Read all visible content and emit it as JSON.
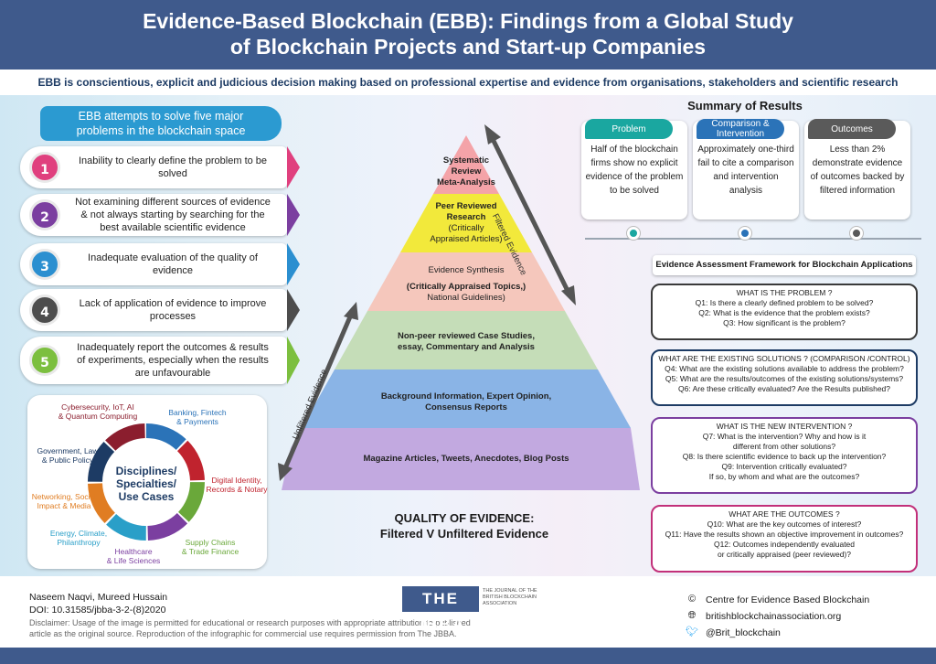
{
  "header": {
    "title_line1": "Evidence-Based Blockchain (EBB): Findings from a Global Study",
    "title_line2": "of Blockchain Projects and Start-up Companies",
    "subtitle": "EBB is conscientious, explicit and judicious decision making based on professional expertise and evidence from organisations, stakeholders and scientific research"
  },
  "problems": {
    "heading_line1": "EBB attempts to solve five major",
    "heading_line2": "problems in the blockchain space",
    "items": [
      {
        "num": "1",
        "text": "Inability to clearly define the problem to be solved",
        "color": "#e0407e"
      },
      {
        "num": "2",
        "text": "Not examining different sources of evidence & not always starting by searching for the best available scientific evidence",
        "color": "#7b3fa0"
      },
      {
        "num": "3",
        "text": "Inadequate evaluation of the quality of evidence",
        "color": "#2b8fd0"
      },
      {
        "num": "4",
        "text": "Lack of application of evidence to improve processes",
        "color": "#4d4d4d"
      },
      {
        "num": "5",
        "text": "Inadequately report the outcomes & results of experiments, especially when the results are unfavourable",
        "color": "#7cbf3f"
      }
    ]
  },
  "wheel": {
    "center_line1": "Disciplines/",
    "center_line2": "Specialties/",
    "center_line3": "Use Cases",
    "labels": [
      {
        "line1": "Cybersecurity, IoT, AI",
        "line2": "& Quantum Computing",
        "color": "#8b1e2e"
      },
      {
        "line1": "Banking, Fintech",
        "line2": "& Payments",
        "color": "#2b73b8"
      },
      {
        "line1": "Digital Identity,",
        "line2": "Records & Notary",
        "color": "#c0232e"
      },
      {
        "line1": "Supply Chains",
        "line2": "& Trade Finance",
        "color": "#6aa83a"
      },
      {
        "line1": "Healthcare",
        "line2": "& Life Sciences",
        "color": "#7b3fa0"
      },
      {
        "line1": "Energy, Climate,",
        "line2": "Philanthropy",
        "color": "#2a9fc8"
      },
      {
        "line1": "Networking, Social",
        "line2": "Impact & Media",
        "color": "#e07d22"
      },
      {
        "line1": "Government, Law",
        "line2": "& Public Policy",
        "color": "#1d3b64"
      }
    ]
  },
  "pyramid": {
    "tier1": {
      "line1": "Systematic",
      "line2": "Review",
      "line3": "Meta-Analysis"
    },
    "tier2": {
      "line1": "Peer Reviewed",
      "line2": "Research",
      "line3": "(Critically",
      "line4": "Appraised Articles)"
    },
    "tier3": {
      "line1": "Evidence Synthesis",
      "line2": "(Critically Appraised Topics,)",
      "line3": "National Guidelines)"
    },
    "tier4": {
      "line1": "Non-peer reviewed Case Studies,",
      "line2": "essay, Commentary and Analysis"
    },
    "tier5": {
      "line1": "Background Information, Expert Opinion,",
      "line2": "Consensus Reports"
    },
    "tier6": {
      "line1": "Magazine Articles, Tweets, Anecdotes, Blog Posts"
    },
    "filtered_label": "Filtered Evidence",
    "unfiltered_label": "Unfiltered Evidence",
    "quality_line1": "QUALITY OF EVIDENCE:",
    "quality_line2": "Filtered V Unfiltered Evidence",
    "colors": [
      "#f4a3a8",
      "#f2e93b",
      "#f5c7bc",
      "#c5ddb8",
      "#8ab4e6",
      "#c2a9e0"
    ]
  },
  "summary": {
    "title": "Summary of Results",
    "cards": [
      {
        "tab": "Problem",
        "text": "Half of the blockchain firms show no explicit evidence of the problem to be solved",
        "color": "#1aa7a0"
      },
      {
        "tab": "Comparison & Intervention",
        "text": "Approximately one-third fail to cite a comparison and intervention analysis",
        "color": "#2b73b8"
      },
      {
        "tab": "Outcomes",
        "text": "Less than 2% demonstrate evidence of outcomes backed by filtered information",
        "color": "#5a5a5a"
      }
    ]
  },
  "framework": {
    "title": "Evidence Assessment Framework for Blockchain Applications",
    "boxes": [
      {
        "heading": "WHAT IS THE PROBLEM ?",
        "lines": [
          "Q1: Is there a clearly defined problem to be solved?",
          "Q2: What is the evidence that the problem exists?",
          "Q3: How significant is the problem?"
        ],
        "color": "#3a3a3a"
      },
      {
        "heading": "WHAT ARE THE EXISTING SOLUTIONS ? (COMPARISON /CONTROL)",
        "lines": [
          "Q4: What are the existing solutions available to address the problem?",
          "Q5: What are the results/outcomes of the existing solutions/systems?",
          "Q6: Are these critically evaluated? Are the Results published?"
        ],
        "color": "#1d3b64"
      },
      {
        "heading": "WHAT IS THE NEW INTERVENTION ?",
        "lines": [
          "Q7: What is the intervention? Why and how is it",
          "different from other solutions?",
          "Q8: Is there scientific evidence to back up the intervention?",
          "Q9: Intervention critically evaluated?",
          "If so, by whom and what are the outcomes?"
        ],
        "color": "#7b3fa0"
      },
      {
        "heading": "WHAT ARE THE OUTCOMES ?",
        "lines": [
          "Q10: What are the key outcomes of interest?",
          "Q11: Have the results shown an objective improvement in outcomes?",
          "Q12: Outcomes independently evaluated",
          "or critically appraised (peer reviewed)?"
        ],
        "color": "#c2307a"
      }
    ]
  },
  "footer": {
    "authors": "Naseem Naqvi, Mureed Hussain",
    "doi": "DOI: 10.31585/jbba-3-2-(8)2020",
    "disclaimer_line1": "Disclaimer: Usage of the image is permitted for educational or research purposes with appropriate attribution to published",
    "disclaimer_line2": "article as the original source. Reproduction of the infographic for commercial use requires permission from The JBBA.",
    "logo_text": "THE JBBA",
    "logo_sub": "THE JOURNAL OF THE BRITISH BLOCKCHAIN ASSOCIATION",
    "contact_org": "Centre for Evidence Based Blockchain",
    "contact_web": "britishblockchainassociation.org",
    "contact_twitter": "@Brit_blockchain",
    "icons": {
      "org": "copyright-icon",
      "web": "globe-icon",
      "twitter": "twitter-icon"
    }
  }
}
